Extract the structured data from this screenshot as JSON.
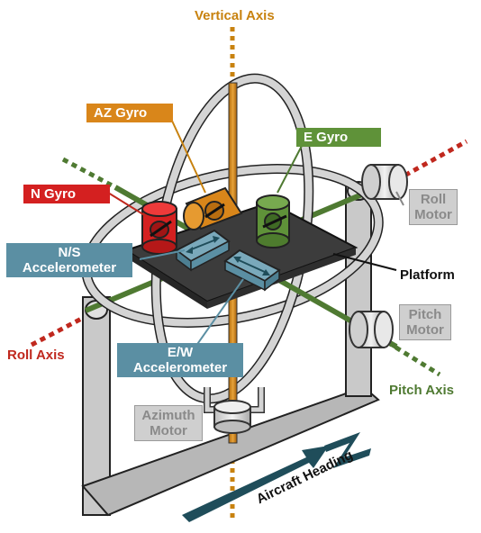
{
  "axes": {
    "vertical": "Vertical Axis",
    "roll": "Roll Axis",
    "pitch": "Pitch Axis"
  },
  "gyros": {
    "az": "AZ Gyro",
    "e": "E Gyro",
    "n": "N Gyro"
  },
  "accelerometers": {
    "ns_line1": "N/S",
    "ns_line2": "Accelerometer",
    "ew_line1": "E/W",
    "ew_line2": "Accelerometer"
  },
  "platform": "Platform",
  "motors": {
    "roll_line1": "Roll",
    "roll_line2": "Motor",
    "pitch_line1": "Pitch",
    "pitch_line2": "Motor",
    "azimuth_line1": "Azimuth",
    "azimuth_line2": "Motor"
  },
  "heading": "Aircraft Heading",
  "colors": {
    "vertical_axis": "#c8820f",
    "roll_axis": "#c0281e",
    "pitch_axis": "#4f7a32",
    "az_gyro": "#d9861a",
    "e_gyro": "#5f9239",
    "n_gyro": "#d42020",
    "accelerometer": "#5b8fa3",
    "heading_arrow": "#1f4d5a",
    "gimbal": "#d4d4d4",
    "platform": "#3c3c3c"
  }
}
